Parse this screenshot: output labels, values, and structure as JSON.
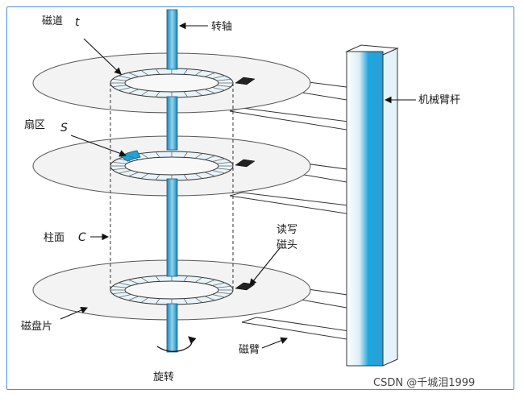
{
  "diagram": {
    "labels": {
      "track": "磁道",
      "track_symbol": "t",
      "spindle": "转轴",
      "arm_assembly": "机械臂杆",
      "sector": "扇区",
      "sector_symbol": "S",
      "cylinder": "柱面",
      "cylinder_symbol": "C",
      "head_line1": "读写",
      "head_line2": "磁头",
      "platter": "磁盘片",
      "disk_arm": "磁臂",
      "rotation": "旋转"
    },
    "platter_count": 3
  },
  "watermark": "CSDN @千城泪1999"
}
